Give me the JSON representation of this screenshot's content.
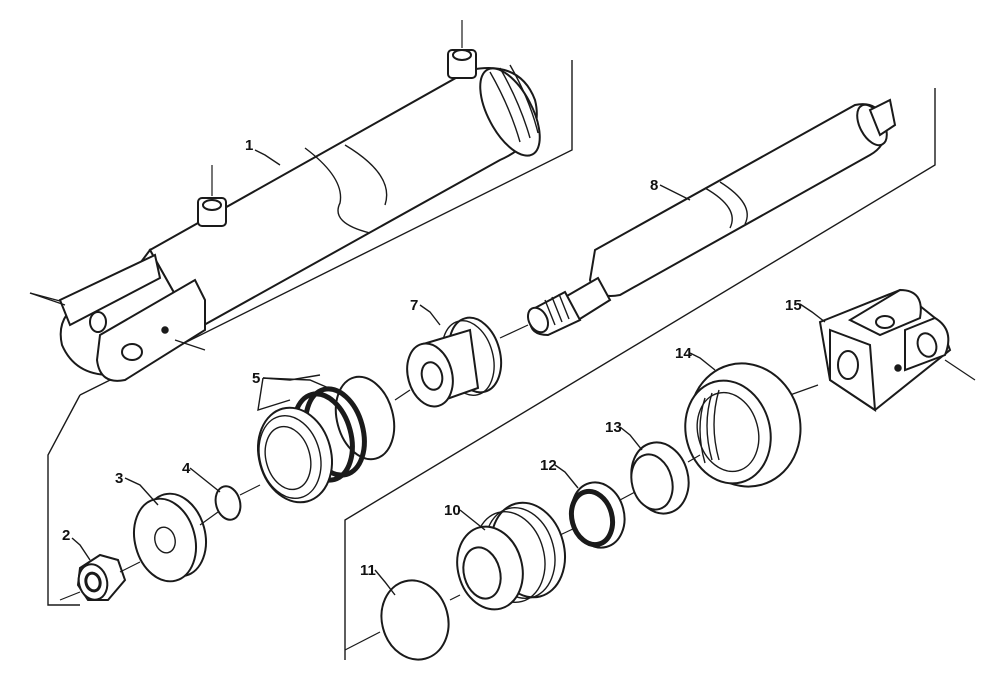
{
  "callouts": [
    {
      "id": "c1",
      "label": "1"
    },
    {
      "id": "c2",
      "label": "2"
    },
    {
      "id": "c3",
      "label": "3"
    },
    {
      "id": "c4",
      "label": "4"
    },
    {
      "id": "c5",
      "label": "5"
    },
    {
      "id": "c7",
      "label": "7"
    },
    {
      "id": "c8",
      "label": "8"
    },
    {
      "id": "c10",
      "label": "10"
    },
    {
      "id": "c11",
      "label": "11"
    },
    {
      "id": "c12",
      "label": "12"
    },
    {
      "id": "c13",
      "label": "13"
    },
    {
      "id": "c14",
      "label": "14"
    },
    {
      "id": "c15",
      "label": "15"
    }
  ]
}
